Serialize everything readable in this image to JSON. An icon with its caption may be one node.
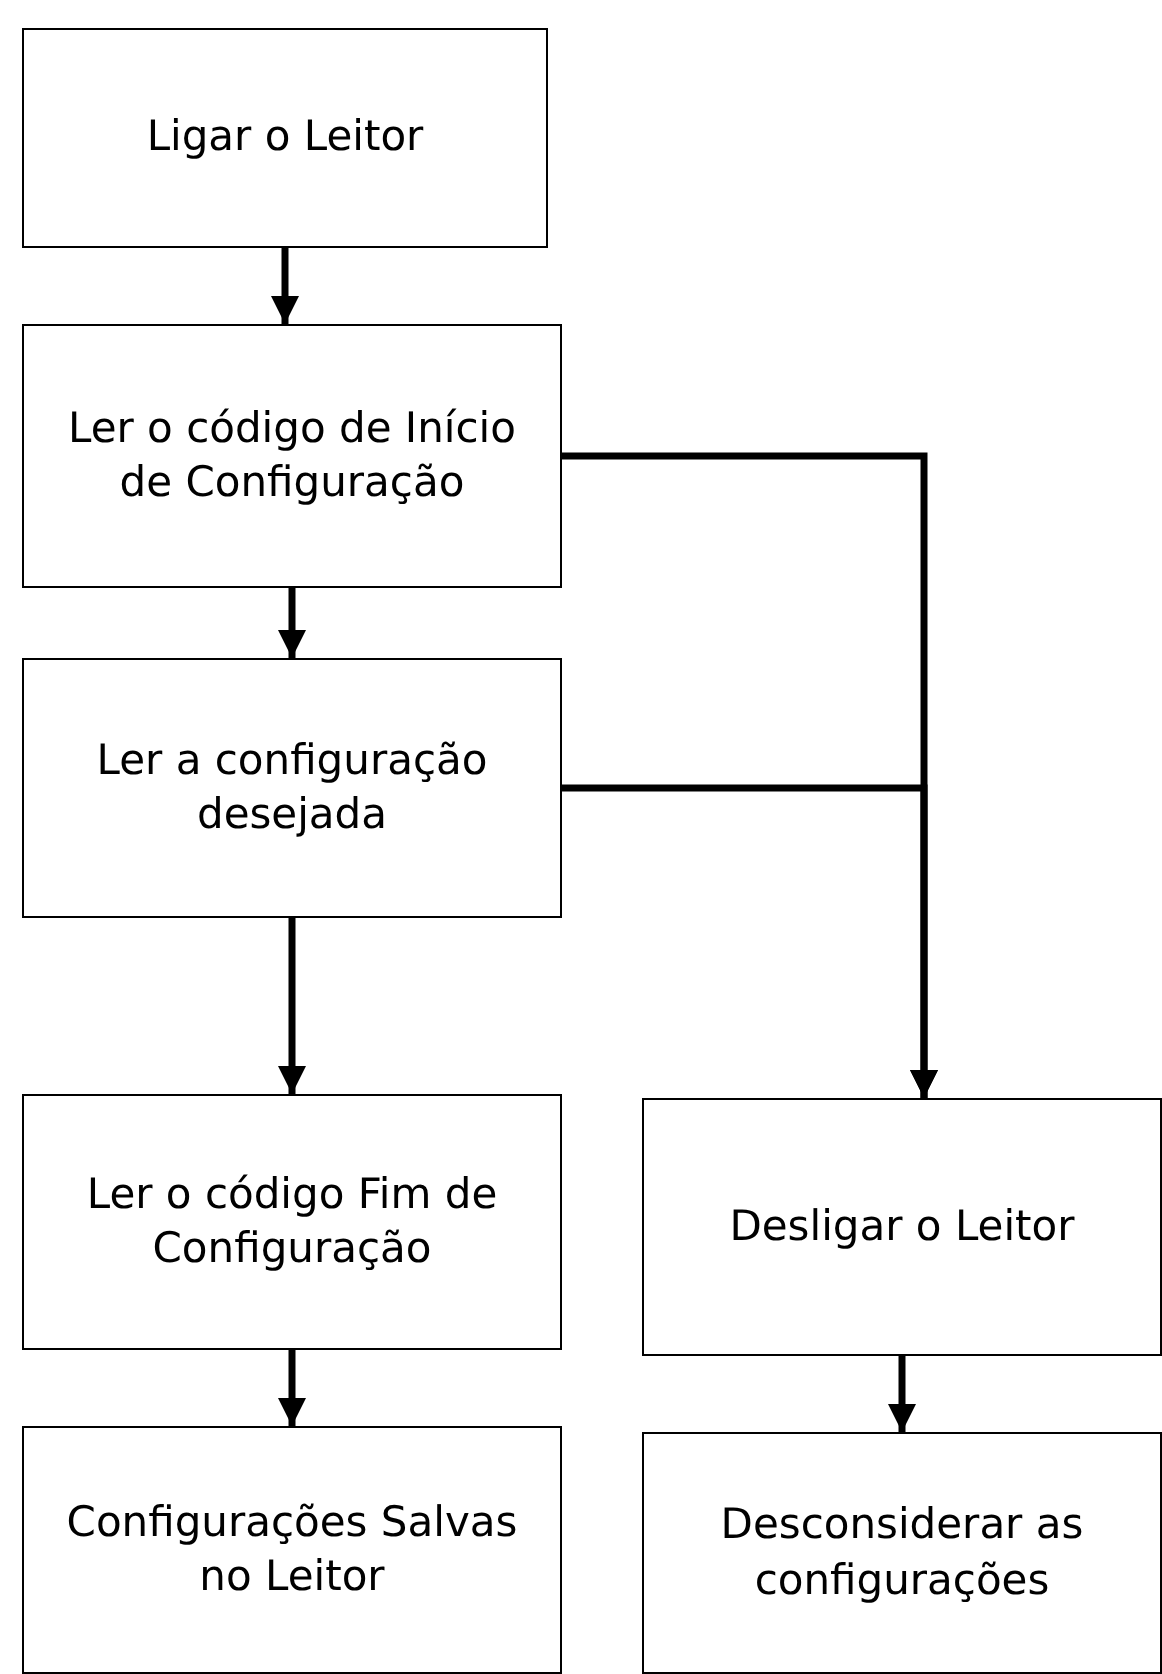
{
  "diagram": {
    "nodes": [
      {
        "text": [
          "Ligar o Leitor"
        ]
      },
      {
        "text": [
          "Ler o código de Início de Configuração"
        ]
      },
      {
        "text": [
          "Ler a configuração desejada"
        ]
      },
      {
        "text": [
          "Ler o código Fim de Configuração"
        ]
      },
      {
        "text": [
          "Configurações Salvas no Leitor"
        ]
      },
      {
        "text": [
          "Desligar o Leitor"
        ]
      },
      {
        "text": [
          "Desconsiderar as configurações"
        ]
      }
    ],
    "edges": [
      {
        "from": 0,
        "to": 1,
        "arrow": "to"
      },
      {
        "from": 1,
        "to": 2,
        "arrow": "to"
      },
      {
        "from": 2,
        "to": 3,
        "arrow": "to"
      },
      {
        "from": 3,
        "to": 4,
        "arrow": "to"
      },
      {
        "from": 1,
        "to": 5,
        "arrow": "to"
      },
      {
        "from": 2,
        "to": 5,
        "arrow": "to"
      },
      {
        "from": 5,
        "to": 6,
        "arrow": "to"
      }
    ]
  }
}
